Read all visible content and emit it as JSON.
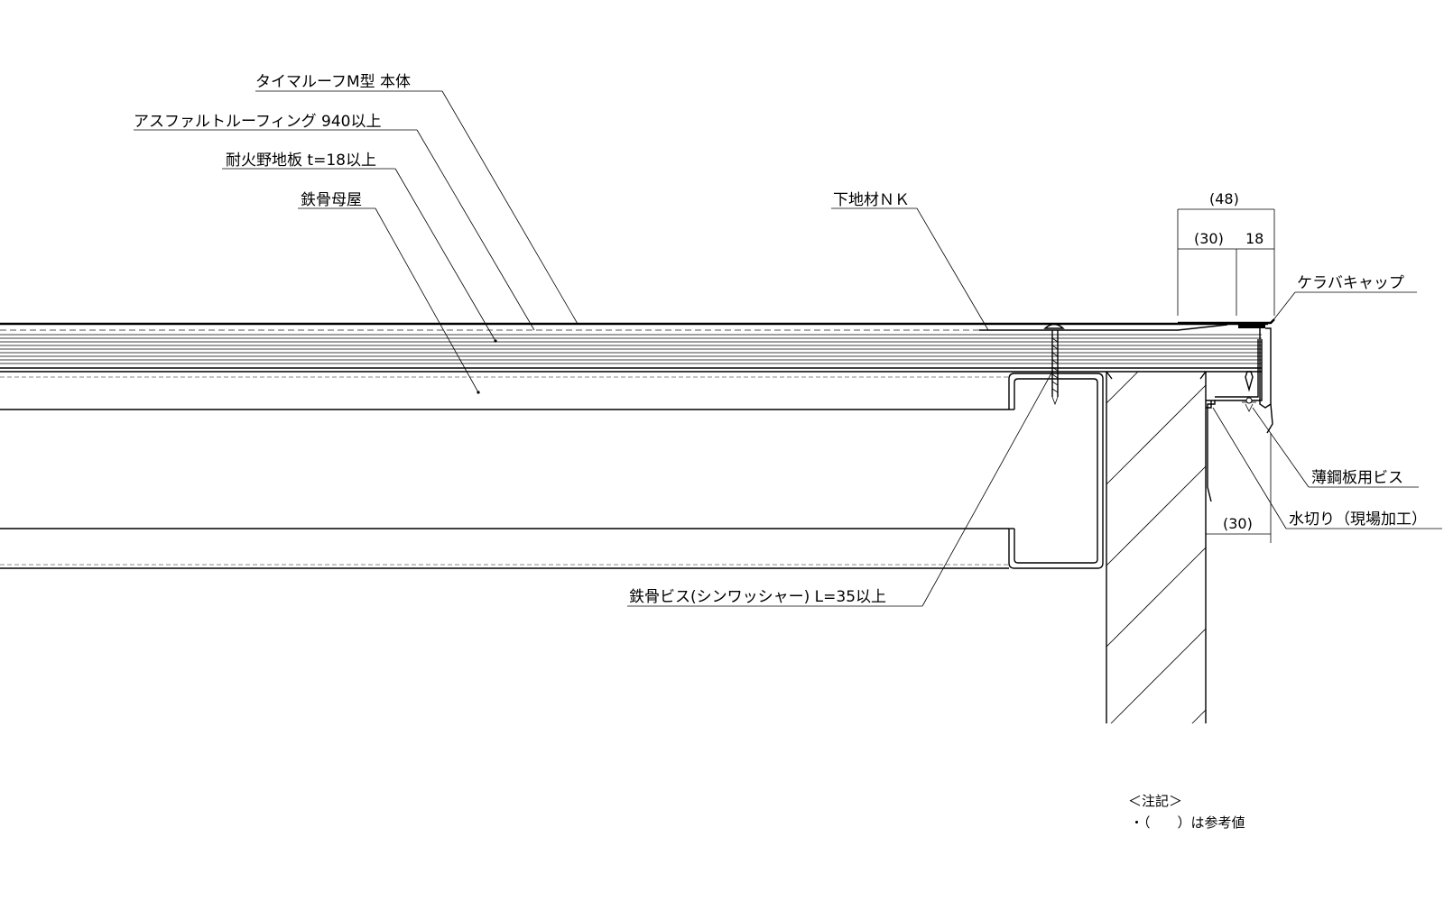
{
  "labels": {
    "roof_body": "タイマルーフM型 本体",
    "asphalt": "アスファルトルーフィング 940以上",
    "board": "耐火野地板 t=18以上",
    "purlin": "鉄骨母屋",
    "base_nk": "下地材ＮＫ",
    "kerabacap": "ケラバキャップ",
    "screw_thin": "薄鋼板用ビス",
    "mizukiri": "水切り（現場加工）",
    "steel_screw": "鉄骨ビス(シンワッシャー) L=35以上"
  },
  "dimensions": {
    "d48": "(48)",
    "d30_top": "(30)",
    "d18": "18",
    "d30_bottom": "(30)"
  },
  "note": {
    "title": "＜注記＞",
    "line1": "・（　　）は参考値"
  }
}
